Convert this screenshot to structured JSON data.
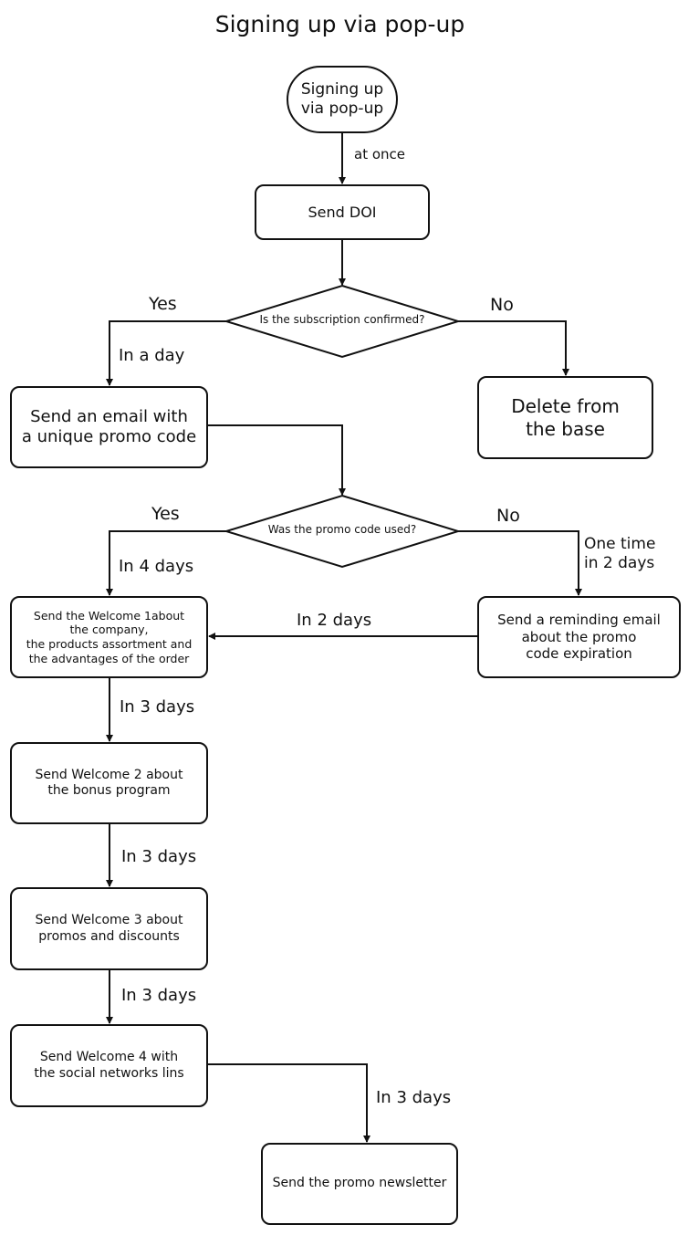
{
  "title": "Signing up via pop-up",
  "nodes": {
    "start": "Signing up\nvia pop-up",
    "send_doi": "Send DOI",
    "decision_confirmed": "Is the subscription confirmed?",
    "promo_email": "Send an email with\na unique promo code",
    "delete": "Delete from\nthe base",
    "decision_promo_used": "Was the promo code used?",
    "welcome1": "Send the Welcome 1about\nthe company,\nthe products assortment and\nthe advantages of the order",
    "reminder": "Send a reminding email\nabout the promo\ncode expiration",
    "welcome2": "Send Welcome 2 about\nthe bonus program",
    "welcome3": "Send Welcome 3 about\npromos and discounts",
    "welcome4": "Send Welcome 4 with\nthe social networks lins",
    "newsletter": "Send the promo newsletter"
  },
  "edges": {
    "at_once": "at once",
    "yes_1": "Yes",
    "no_1": "No",
    "in_a_day": "In a day",
    "yes_2": "Yes",
    "no_2": "No",
    "in_4_days": "In 4 days",
    "one_time": "One time\nin 2 days",
    "in_2_days": "In 2 days",
    "in_3_days_a": "In 3 days",
    "in_3_days_b": "In 3 days",
    "in_3_days_c": "In 3 days",
    "in_3_days_d": "In 3 days"
  },
  "colors": {
    "stroke": "#111111",
    "background": "#ffffff"
  }
}
